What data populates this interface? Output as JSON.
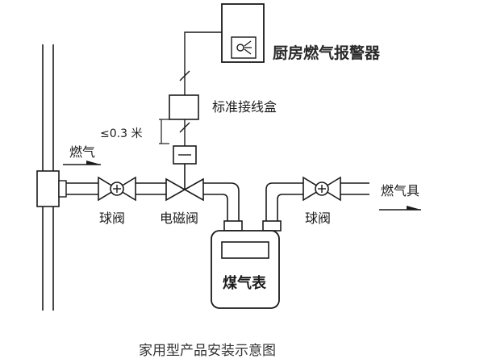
{
  "labels": {
    "kitchen_alarm": "厨房燃气报警器",
    "junction_box": "标准接线盒",
    "distance_note": "≤0.3 米",
    "gas_in": "燃气",
    "ball_valve_left": "球阀",
    "solenoid_valve": "电磁阀",
    "ball_valve_right": "球阀",
    "gas_appliance": "燃气具",
    "gas_meter": "煤气表",
    "caption": "家用型产品安装示意图"
  }
}
